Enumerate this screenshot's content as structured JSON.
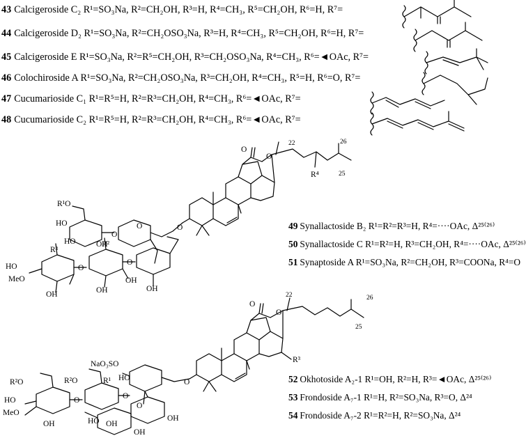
{
  "list_top": [
    {
      "num": "43",
      "text": "Calcigeroside C₂ R¹=SO₃Na, R²=CH₂OH, R³=H, R⁴=CH₃, R⁵=CH₂OH, R⁶=H, R⁷="
    },
    {
      "num": "44",
      "text": "Calcigeroside D₂ R¹=SO₃Na, R²=CH₂OSO₃Na, R³=H, R⁴=CH₃, R⁵=CH₂OH, R⁶=H, R⁷="
    },
    {
      "num": "45",
      "text": "Calcigeroside E R¹=SO₃Na, R²=R⁵=CH₂OH, R³=CH₂OSO₃Na, R⁴=CH₃, R⁶=◄OAc, R⁷="
    },
    {
      "num": "46",
      "text": "Colochiroside A R¹=SO₃Na, R²=CH₂OSO₃Na, R³=CH₂OH, R⁴=CH₃, R⁵=H, R⁶=O, R⁷="
    },
    {
      "num": "47",
      "text": "Cucumarioside C₁ R¹=R⁵=H, R²=R³=CH₂OH, R⁴=CH₃, R⁶=◄OAc, R⁷="
    },
    {
      "num": "48",
      "text": "Cucumarioside C₂ R¹=R⁵=H, R²=R³=CH₂OH, R⁴=CH₃, R⁶=◄OAc, R⁷="
    }
  ],
  "structure_labels": {
    "O": "O",
    "OH": "OH",
    "HO": "HO",
    "MeO": "MeO",
    "R1O": "R¹O",
    "R2": "R²",
    "R3": "R³",
    "R4": "R⁴",
    "R1": "R¹",
    "R2O": "R²O",
    "NaO3SO": "NaO₃SO",
    "c22": "22",
    "c25": "25",
    "c26": "26"
  },
  "group2": [
    {
      "num": "49",
      "text": "Synallactoside B₂ R¹=R²=R³=H, R⁴=····OAc, Δ²⁵⁽²⁶⁾"
    },
    {
      "num": "50",
      "text": "Synallactoside C R¹=R²=H, R³=CH₂OH, R⁴=····OAc, Δ²⁵⁽²⁶⁾"
    },
    {
      "num": "51",
      "text": "Synaptoside A R¹=SO₃Na, R²=CH₂OH, R³=COONa, R⁴=O"
    }
  ],
  "group3": [
    {
      "num": "52",
      "text": "Okhotoside A₂-1 R¹=OH, R²=H, R³=◄OAc, Δ²⁵⁽²⁶⁾"
    },
    {
      "num": "53",
      "text": "Frondoside A₇-1 R¹=H, R²=SO₃Na, R³=O, Δ²⁴"
    },
    {
      "num": "54",
      "text": "Frondoside A₇-2 R¹=R²=H, R²=SO₃Na, Δ²⁴"
    }
  ]
}
